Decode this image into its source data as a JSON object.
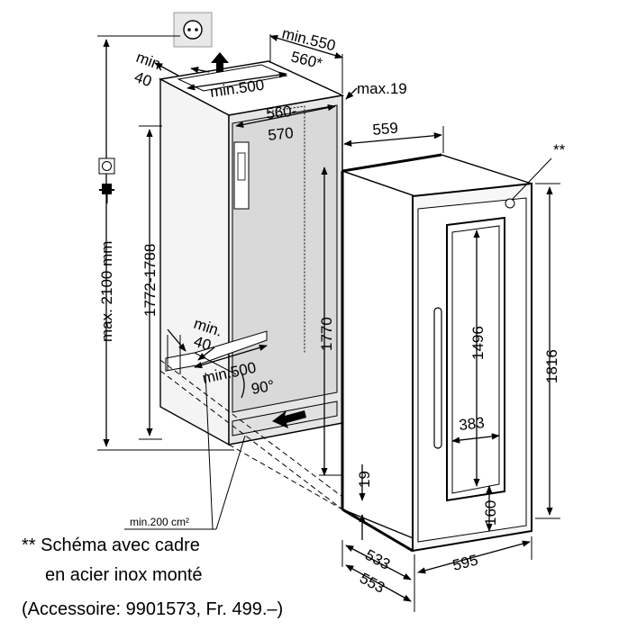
{
  "dimensions": {
    "min_550": "min.550",
    "d_560_star": "560*",
    "min_40_top": "min.",
    "min_40_top_val": "40",
    "min_500_top": "min.500",
    "max_19": "max.19",
    "d_560_570_a": "560-",
    "d_560_570_b": "570",
    "d_559": "559",
    "max_2100": "max. 2100 mm",
    "d_1772_1788": "1772-1788",
    "min_40_bottom": "min.",
    "min_40_bottom_val": "40",
    "min_500_bottom": "min.500",
    "d_90deg": "90°",
    "d_1770": "1770",
    "d_1496": "1496",
    "d_383": "383",
    "d_1816": "1816",
    "d_19": "19",
    "d_160": "160",
    "d_533": "533",
    "d_553": "553",
    "d_595": "595",
    "double_star": "**",
    "min_200_cm2": "min.200 cm²"
  },
  "footnote": {
    "line1": "** Schéma avec cadre",
    "line2": "en acier inox monté",
    "line3": "(Accessoire: 9901573, Fr. 499.–)"
  },
  "icons": [
    "socket-icon",
    "plug-icon",
    "socket-icon-vertical",
    "airflow-arrow-icon"
  ]
}
